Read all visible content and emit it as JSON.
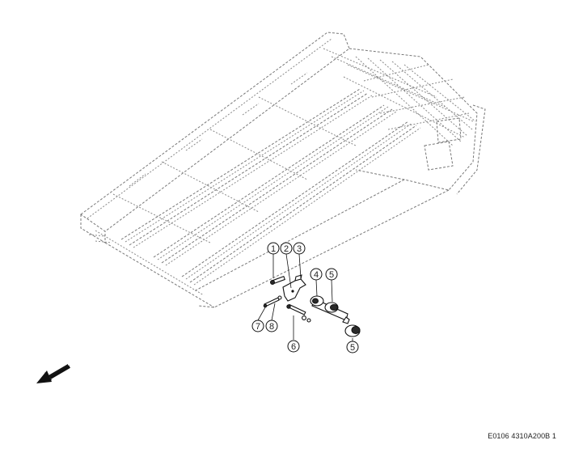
{
  "callouts": [
    {
      "id": "c1",
      "label": "1"
    },
    {
      "id": "c2",
      "label": "2"
    },
    {
      "id": "c3",
      "label": "3"
    },
    {
      "id": "c4",
      "label": "4"
    },
    {
      "id": "c5a",
      "label": "5"
    },
    {
      "id": "c5b",
      "label": "5"
    },
    {
      "id": "c6",
      "label": "6"
    },
    {
      "id": "c7",
      "label": "7"
    },
    {
      "id": "c8",
      "label": "8"
    }
  ],
  "reference_code": "E0106 4310A200B 1",
  "icons": {
    "direction_arrow": "arrow-down-left-icon"
  }
}
